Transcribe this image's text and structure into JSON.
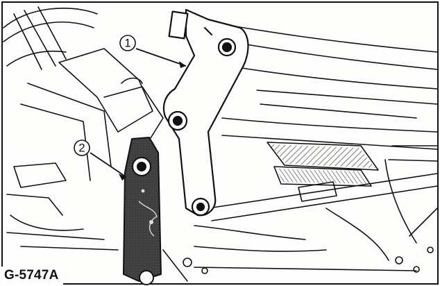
{
  "figure": {
    "id_label": "G-5747A",
    "callouts": [
      {
        "number": "1"
      },
      {
        "number": "2"
      }
    ]
  },
  "colors": {
    "ink": "#111111",
    "paper": "#fdfdfb",
    "bracket_fill": "#3a3a3a",
    "hatch": "#555555"
  }
}
